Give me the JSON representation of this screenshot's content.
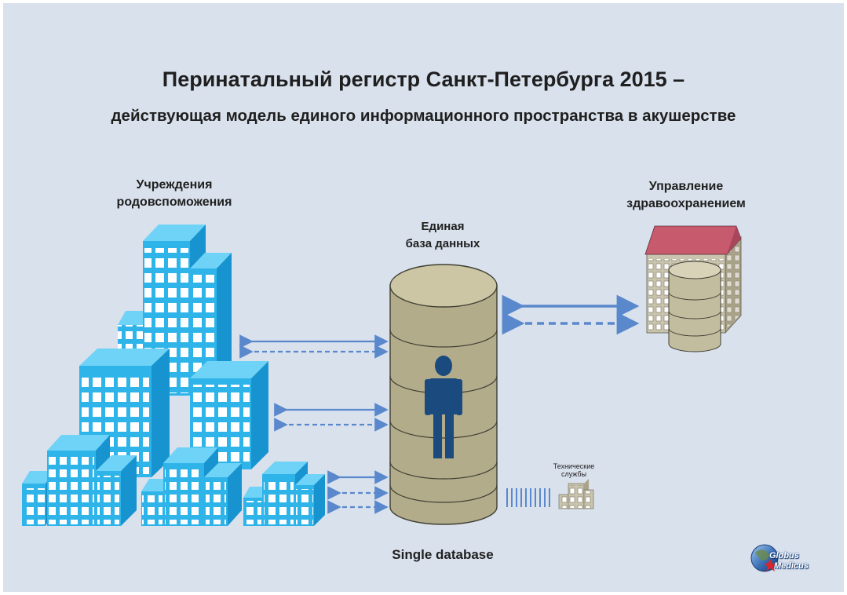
{
  "title": "Перинатальный регистр Санкт-Петербурга 2015 –",
  "subtitle": "действующая модель единого информационного пространства в акушерстве",
  "labels": {
    "institutions": "Учреждения\nродовспоможения",
    "database": "Единая\nбаза данных",
    "management": "Управление\nздравоохранением",
    "technical": "Технические\nслужбы",
    "single_db": "Single database"
  },
  "logo": {
    "line1": "Globus",
    "line2": "Medicus"
  },
  "colors": {
    "background": "#d9e1ec",
    "building_front": "#2fb4ea",
    "building_side": "#1794cf",
    "building_top": "#6fd3f7",
    "database": "#b3ac8b",
    "database_top": "#ccc6a5",
    "roof": "#c85a6e",
    "person": "#1a4a7e",
    "arrow": "#5a88cc"
  },
  "icons": [
    "person-icon",
    "globe-icon"
  ]
}
